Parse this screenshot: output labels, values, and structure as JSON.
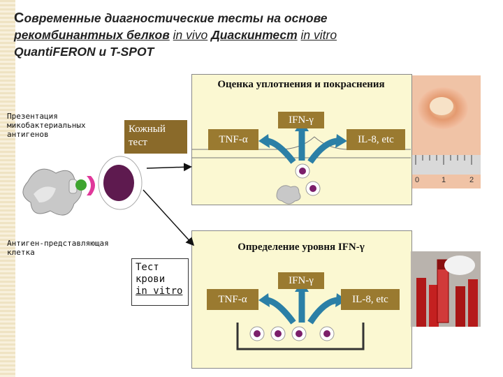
{
  "title": {
    "first_letter": "С",
    "line1_rest": "овременные диагностические тесты  на основе",
    "line2_a": "рекомбинантных белков",
    "line2_b": "in vivo",
    "line2_c": "Диаскинтест",
    "line2_d": "in vitro",
    "line3": "QuantiFERON  и T-SPOT"
  },
  "left_labels": {
    "presentation": "Презентация микобактериальных антигенов",
    "apc": "Антиген-представляющая клетка"
  },
  "skin_test": {
    "label": "Кожный тест",
    "panel_title": "Оценка уплотнения и покраснения",
    "center_cytokine": "IFN-γ",
    "left_cytokine": "TNF-α",
    "right_cytokine": "IL-8, etc"
  },
  "blood_test": {
    "label_line1": "Тест",
    "label_line2": "крови",
    "label_line3": "in vitro",
    "panel_title": "Определение уровня IFN-γ",
    "center_cytokine": "IFN-γ",
    "left_cytokine": "TNF-α",
    "right_cytokine": "IL-8, etc"
  },
  "ruler_ticks": [
    "0",
    "1",
    "2"
  ],
  "colors": {
    "arrow_blue": "#2b7fa6",
    "panel_fill": "#fbf8d2",
    "brown_box": "#8a6a2a",
    "cell_purple": "#6b1f5a",
    "apc_magenta": "#e0389a"
  }
}
